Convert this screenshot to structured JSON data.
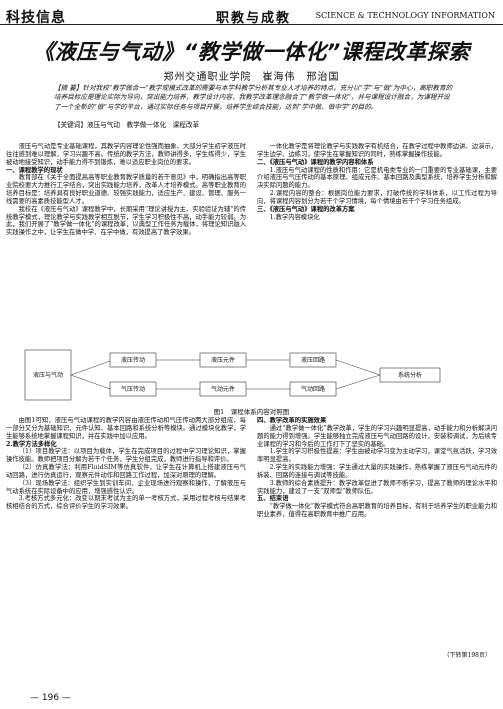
{
  "header": {
    "left": "科技信息",
    "middle": "职教与成教",
    "right": "SCIENCE & TECHNOLOGY INFORMATION"
  },
  "title": "《液压与气动》“教学做一体化”课程改革探索",
  "authors": "郑州交通职业学院　崔海伟　邢治国",
  "abstract": "【摘 要】针对我校“教学做合一”教学观模式改革的需要与本学科教学分析其专业人才培养的特点，充分以“学”与“做”为中心，高职教育的培养目标应是理论实际为导向，突出能力培养，教学设计内容，我教学改革理念融合了“教学做一体化”，并与课程设计融合，为课程开设了一个全新的“做”与学的平台，通过实际任务与项目开展，培养学生综合技能，达到“学中做、做中学”的目的。",
  "keywords": "【关键词】液压与气动　教学做一体化　课程改革",
  "left_column": [
    "液压与气动是专业基础课程，其教学内容理论性强而抽象，大部分学生初学液压时往往感到难以理解，学习兴趣不高。传统的教学方法，教师讲得多，学生练得少，学生被动地接受知识，动手能力得不到锻炼，难以适应职业岗位的要求。",
    "一、课程教学的现状",
    "教育部在《关于全面提高高等职业教育教学质量的若干意见》中，明确指出高等职业院校要大力推行工学结合，突出实践能力培养，改革人才培养模式。高等职业教育的培养目标是：培养具有良好职业道德、较强实践能力，适应生产、建设、管理、服务一线需要的高素质技能型人才。",
    "我校在《液压与气动》课程教学中，长期采用“理论讲授为主、实验验证为辅”的传统教学模式，理论教学与实践教学相互脱节，学生学习积极性不高，动手能力较弱。为此，我们开展了“教学做一体化”的课程改革，以典型工作任务为载体，将理论知识融入实践操作之中，让学生在做中学、在学中做，有效提高了教学效果。"
  ],
  "right_column": [
    "一体化教学是将理论教学与实践教学有机结合，在教学过程中教师边讲、边演示，学生边学、边练习，使学生在掌握知识的同时，熟练掌握操作技能。",
    "二、《液压与气动》课程的教学内容和体系",
    "1.液压与气动课程的性质和作用：它是机电类专业的一门重要的专业基础课，主要介绍液压与气压传动的基本原理、组成元件、基本回路及典型系统，培养学生分析和解决实际问题的能力。",
    "2.课程内容的整合：根据岗位能力要求，打破传统的学科体系，以工作过程为导向，将课程内容划分为若干个学习情境，每个情境由若干个学习任务组成。",
    "三、《液压与气动》课程的改革方案",
    "1.教学内容模块化"
  ],
  "bottom_left": [
    "由图1可知，液压与气动课程的教学内容由液压传动和气压传动两大部分组成，每一部分又分为基础知识、元件认知、基本回路和系统分析等模块。通过模块化教学，学生能够系统地掌握课程知识，并在实践中加以应用。",
    "2.教学方法多样化",
    "（1）项目教学法：以项目为载体，学生在完成项目的过程中学习理论知识，掌握操作技能。教师把项目分解为若干个任务，学生分组完成，教师进行指导和评价。",
    "（2）仿真教学法：利用FluidSIM等仿真软件，让学生在计算机上搭建液压与气动回路，进行仿真运行，观察元件动作和回路工作过程，加深对原理的理解。",
    "（3）现场教学法：组织学生到实训车间、企业现场进行观察和操作，了解液压与气动系统在实际设备中的应用，增强感性认识。",
    "3.考核方式多元化：改变以期末考试为主的单一考核方式，采用过程考核与结果考核相结合的方式，综合评价学生的学习效果。"
  ],
  "bottom_right": [
    "四、教学改革的实施效果",
    "通过“教学做一体化”教学改革，学生的学习兴趣明显提高，动手能力和分析解决问题的能力得到增强。学生能够独立完成液压与气动回路的设计、安装和调试，为后续专业课程的学习和今后的工作打下了坚实的基础。",
    "1.学生的学习积极性提高：学生由被动学习变为主动学习，课堂气氛活跃，学习效率明显提高。",
    "2.学生的实践能力增强：学生通过大量的实践操作，熟练掌握了液压与气动元件的拆装、回路的连接与调试等技能。",
    "3.教师的综合素质提升：教学改革促进了教师不断学习，提高了教师的理论水平和实践能力，建设了一支“双师型”教师队伍。",
    "五、结束语",
    "“教学做一体化”教学模式符合高职教育的培养目标，有利于培养学生的职业能力和职业素养，值得在高职教育中推广应用。"
  ],
  "figure": {
    "caption": "图1　课程体系内容对照图",
    "boxes": [
      "液压与气动",
      "液压传动",
      "气压传动",
      "液压元件",
      "气动元件",
      "液压回路",
      "气动回路",
      "系统分析"
    ]
  },
  "tail_note": "（下转第198页）",
  "page_number": "— 196 —"
}
